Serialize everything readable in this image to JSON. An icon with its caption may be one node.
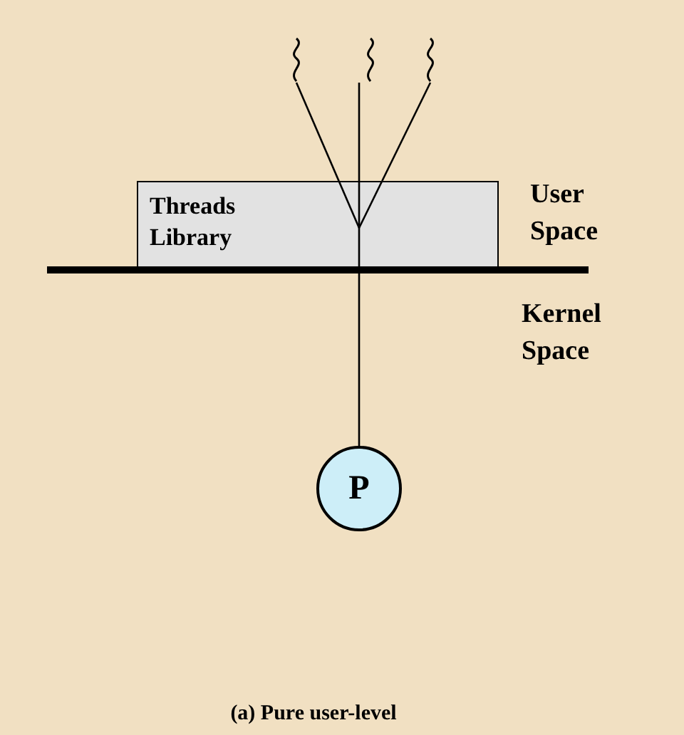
{
  "diagram": {
    "caption": "(a) Pure user-level",
    "nodes": [
      {
        "text": [
          "Threads Library"
        ]
      },
      {
        "text": [
          "P"
        ]
      },
      {
        "text": [],
        "shape": "squiggle"
      },
      {
        "text": [],
        "shape": "squiggle"
      },
      {
        "text": [],
        "shape": "squiggle"
      }
    ],
    "edges": [
      {
        "from": 2,
        "to": 0,
        "arrow": "none"
      },
      {
        "from": 3,
        "to": 0,
        "arrow": "none"
      },
      {
        "from": 4,
        "to": 0,
        "arrow": "none"
      },
      {
        "from": 0,
        "to": 1,
        "arrow": "none"
      }
    ],
    "labels": [
      "User Space",
      "Kernel Space"
    ]
  }
}
